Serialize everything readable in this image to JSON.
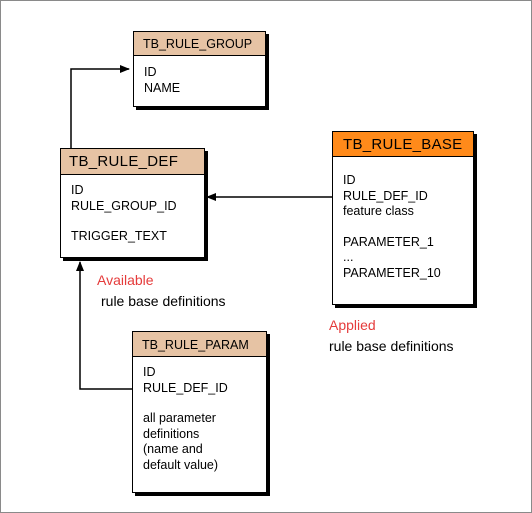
{
  "colors": {
    "header_default": "#e6c3a4",
    "header_applied": "#ff8a1a",
    "annotation_red": "#e53b3b",
    "line": "#000000"
  },
  "entities": {
    "rule_group": {
      "name": "TB_RULE_GROUP",
      "lines": [
        "ID",
        "NAME"
      ]
    },
    "rule_def": {
      "name": "TB_RULE_DEF",
      "lines": [
        "ID",
        "RULE_GROUP_ID",
        "",
        "TRIGGER_TEXT"
      ]
    },
    "rule_base": {
      "name": "TB_RULE_BASE",
      "lines": [
        "ID",
        "RULE_DEF_ID",
        "feature class",
        "",
        "PARAMETER_1",
        "...",
        "PARAMETER_10"
      ]
    },
    "rule_param": {
      "name": "TB_RULE_PARAM",
      "lines": [
        "ID",
        "RULE_DEF_ID",
        "",
        "all parameter",
        "definitions",
        "(name and",
        "default value)"
      ]
    }
  },
  "annotations": {
    "available": {
      "highlight": "Available",
      "text": "rule base definitions"
    },
    "applied": {
      "highlight": "Applied",
      "text": "rule base definitions"
    }
  }
}
